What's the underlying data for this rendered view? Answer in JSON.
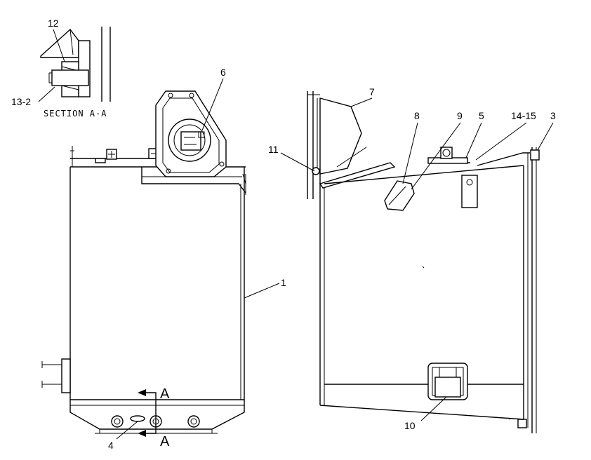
{
  "callouts": {
    "c1": "1",
    "c3": "3",
    "c4": "4",
    "c5": "5",
    "c6": "6",
    "c7": "7",
    "c8": "8",
    "c9": "9",
    "c10": "10",
    "c11": "11",
    "c12": "12",
    "c13_2": "13-2",
    "c14_15": "14-15"
  },
  "section": {
    "caption": "SECTION A-A",
    "marker_top": "A",
    "marker_bottom": "A"
  },
  "colors": {
    "line": "#000000",
    "background": "#ffffff"
  }
}
